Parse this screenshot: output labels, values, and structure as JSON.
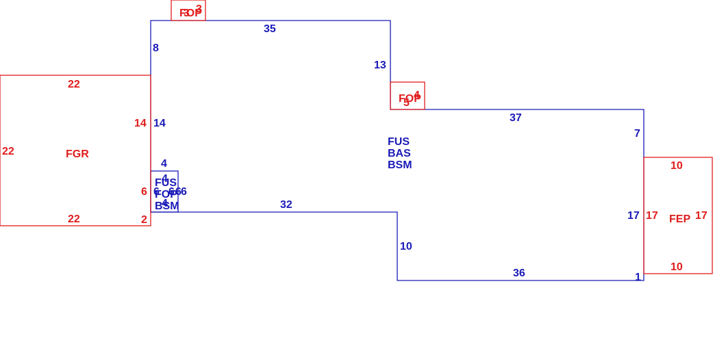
{
  "colors": {
    "main": "#1a1ab8",
    "accessory": "#e01c1c",
    "background": "#ffffff"
  },
  "areas": {
    "main": {
      "codes": [
        "FUS",
        "BAS",
        "BSM"
      ]
    },
    "garage": {
      "code": "FGR"
    },
    "porch_right": {
      "code": "FEP"
    },
    "porch_top": {
      "code": "FOP"
    },
    "porch_mid": {
      "code": "FOP"
    },
    "stoop": {
      "codes": [
        "FUS",
        "FOP",
        "BSM"
      ]
    }
  },
  "dims": {
    "main_top": "35",
    "main_left_upper": "8",
    "main_right_upper": "13",
    "main_step_top": "37",
    "main_right_short": "7",
    "main_right_long": "17",
    "main_right_tiny": "1",
    "main_bottom_right": "36",
    "main_step_down": "10",
    "main_bottom_left": "32",
    "main_left_mid": "14",
    "stoop_top": "4",
    "stoop_top_inner": "4",
    "stoop_left": "6",
    "stoop_left_inner": "6",
    "stoop_right": "6",
    "stoop_right_inner": "6",
    "stoop_bottom_inner": "4",
    "garage_top": "22",
    "garage_left": "22",
    "garage_right": "14",
    "garage_bottom": "22",
    "garage_right_lower": "6",
    "garage_corner": "2",
    "porch_right_top": "10",
    "porch_right_bottom": "10",
    "porch_right_left": "17",
    "porch_right_right": "17",
    "porch_top_a": "3",
    "porch_top_b": "3",
    "porch_mid_a": "4",
    "porch_mid_b": "5"
  }
}
